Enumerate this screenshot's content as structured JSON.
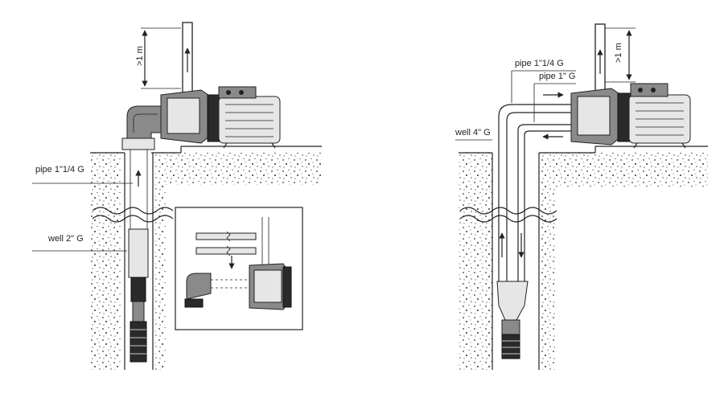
{
  "left_diagram": {
    "height_label": ">1 m",
    "pipe_label": "pipe 1\"1/4 G",
    "well_label": "well 2\" G"
  },
  "right_diagram": {
    "height_label": ">1 m",
    "pipe_large_label": "pipe 1\"1/4 G",
    "pipe_small_label": "pipe 1\" G",
    "well_label": "well 4\" G"
  },
  "colors": {
    "line": "#222222",
    "soil_dot": "#333333",
    "background": "#ffffff"
  }
}
